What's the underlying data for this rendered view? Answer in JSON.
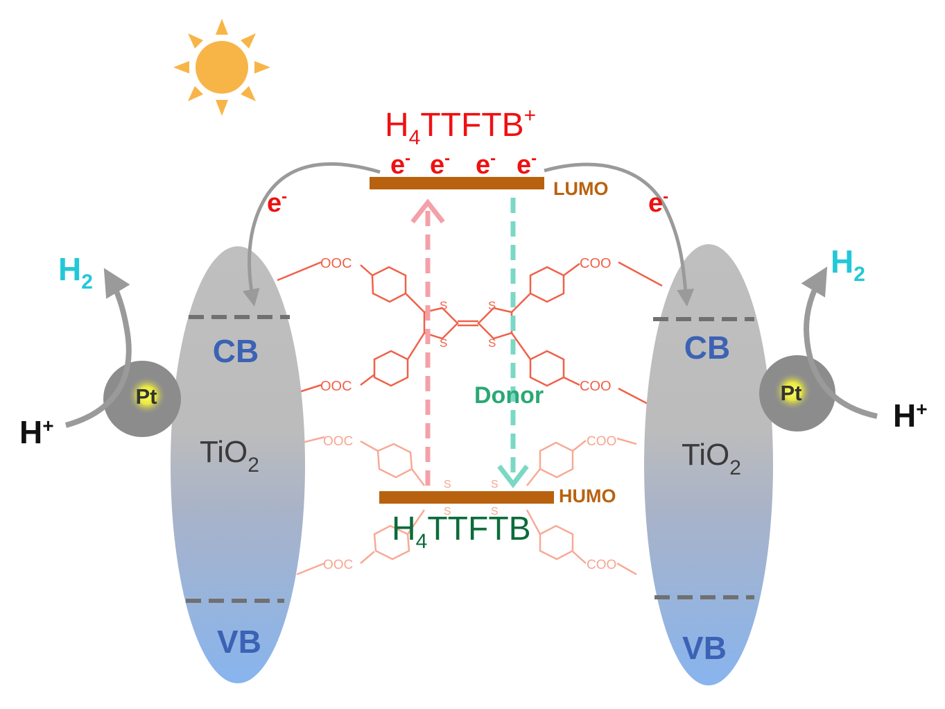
{
  "colors": {
    "title_excited": "#ee1111",
    "title_ground": "#0b6b3a",
    "electron": "#ee1111",
    "level_bar": "#b8620f",
    "level_label": "#b8620f",
    "h2": "#22c8d8",
    "band_label": "#3b62b4",
    "tio2_label": "#3a3a3a",
    "pt_label": "#333333",
    "h_plus": "#111111",
    "donor": "#2aa874",
    "excite_arrow": "#f4a0a8",
    "relax_arrow": "#7ad8c4",
    "sun": "#f7b548",
    "molecule": "#f06048",
    "molecule_faded": "#f8a590",
    "curved_arrow": "#9a9a9a"
  },
  "icons": {
    "sun": "sun-icon"
  },
  "molecule": {
    "sulfur": "S",
    "carboxylate_left": "OOC",
    "carboxylate_right": "COO"
  },
  "center": {
    "excited_name_main": "H",
    "excited_name_sub": "4",
    "excited_name_rest": "TTFTB",
    "excited_name_sup": "+",
    "ground_name_main": "H",
    "ground_name_sub": "4",
    "ground_name_rest": "TTFTB",
    "electron_base": "e",
    "electron_sup": "-",
    "lumo_label": "LUMO",
    "humo_label": "HUMO",
    "donor_label": "Donor"
  },
  "left": {
    "cb_label": "CB",
    "vb_label": "VB",
    "tio2_main": "TiO",
    "tio2_sub": "2",
    "pt_label": "Pt",
    "h2_main": "H",
    "h2_sub": "2",
    "hplus_main": "H",
    "hplus_sup": "+"
  },
  "right": {
    "cb_label": "CB",
    "vb_label": "VB",
    "tio2_main": "TiO",
    "tio2_sub": "2",
    "pt_label": "Pt",
    "h2_main": "H",
    "h2_sub": "2",
    "hplus_main": "H",
    "hplus_sup": "+"
  }
}
